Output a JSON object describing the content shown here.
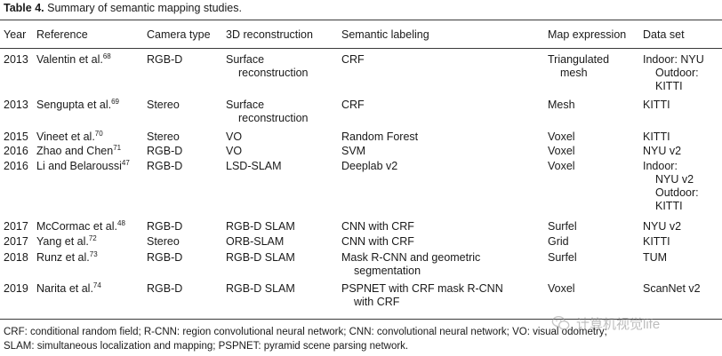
{
  "table": {
    "label": "Table 4.",
    "title": "Summary of semantic mapping studies.",
    "headers": [
      "Year",
      "Reference",
      "Camera type",
      "3D reconstruction",
      "Semantic labeling",
      "Map expression",
      "Data set"
    ],
    "rows": [
      {
        "year": "2013",
        "ref": "Valentin et al.",
        "ref_sup": "68",
        "camera": "RGB-D",
        "recon": [
          "Surface",
          "reconstruction"
        ],
        "label": [
          "CRF"
        ],
        "map": [
          "Triangulated",
          "mesh"
        ],
        "data": [
          "Indoor: NYU",
          "Outdoor:",
          "KITTI"
        ]
      },
      {
        "year": "2013",
        "ref": "Sengupta et al.",
        "ref_sup": "69",
        "camera": "Stereo",
        "recon": [
          "Surface",
          "reconstruction"
        ],
        "label": [
          "CRF"
        ],
        "map": [
          "Mesh"
        ],
        "data": [
          "KITTI"
        ]
      },
      {
        "year": "2015",
        "ref": "Vineet et al.",
        "ref_sup": "70",
        "camera": "Stereo",
        "recon": [
          "VO"
        ],
        "label": [
          "Random Forest"
        ],
        "map": [
          "Voxel"
        ],
        "data": [
          "KITTI"
        ]
      },
      {
        "year": "2016",
        "ref": "Zhao and Chen",
        "ref_sup": "71",
        "camera": "RGB-D",
        "recon": [
          "VO"
        ],
        "label": [
          "SVM"
        ],
        "map": [
          "Voxel"
        ],
        "data": [
          "NYU v2"
        ]
      },
      {
        "year": "2016",
        "ref": "Li and Belaroussi",
        "ref_sup": "47",
        "camera": "RGB-D",
        "recon": [
          "LSD-SLAM"
        ],
        "label": [
          "Deeplab v2"
        ],
        "map": [
          "Voxel"
        ],
        "data": [
          "Indoor:",
          "NYU v2",
          "Outdoor:",
          "KITTI"
        ]
      },
      {
        "year": "2017",
        "ref": "McCormac et al.",
        "ref_sup": "48",
        "camera": "RGB-D",
        "recon": [
          "RGB-D SLAM"
        ],
        "label": [
          "CNN with CRF"
        ],
        "map": [
          "Surfel"
        ],
        "data": [
          "NYU v2"
        ]
      },
      {
        "year": "2017",
        "ref": "Yang et al.",
        "ref_sup": "72",
        "camera": "Stereo",
        "recon": [
          "ORB-SLAM"
        ],
        "label": [
          "CNN with CRF"
        ],
        "map": [
          "Grid"
        ],
        "data": [
          "KITTI"
        ]
      },
      {
        "year": "2018",
        "ref": "Runz et al.",
        "ref_sup": "73",
        "camera": "RGB-D",
        "recon": [
          "RGB-D SLAM"
        ],
        "label": [
          "Mask R-CNN and geometric",
          "segmentation"
        ],
        "map": [
          "Surfel"
        ],
        "data": [
          "TUM"
        ]
      },
      {
        "year": "2019",
        "ref": "Narita et al.",
        "ref_sup": "74",
        "camera": "RGB-D",
        "recon": [
          "RGB-D SLAM"
        ],
        "label": [
          "PSPNET with CRF mask R-CNN",
          "with CRF"
        ],
        "map": [
          "Voxel"
        ],
        "data": [
          "ScanNet v2"
        ]
      }
    ],
    "footnote": [
      "CRF: conditional random field; R-CNN: region convolutional neural network; CNN: convolutional neural network; VO: visual odometry;",
      "SLAM: simultaneous localization and mapping; PSPNET: pyramid scene parsing network."
    ]
  },
  "watermark": {
    "text": "计算机视觉life",
    "icon": "wechat-icon"
  }
}
